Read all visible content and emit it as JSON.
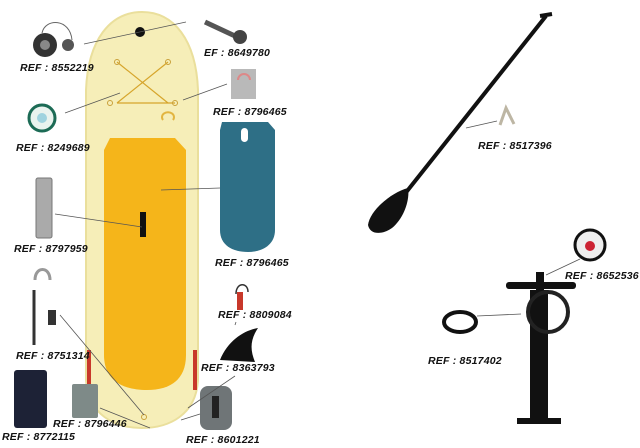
{
  "diagram": {
    "subject": "Inflatable SUP board spare parts",
    "colors": {
      "board": "#f6eeb8",
      "board_edge": "#eadf9c",
      "deck_pad": "#f5b51a",
      "traction_pad": "#2e6f86",
      "rail_stripe": "#c8382a",
      "paddle": "#111111",
      "leader_line": "#555555"
    },
    "parts": [
      {
        "id": "valve",
        "label": "REF : 8552219"
      },
      {
        "id": "valve-wrench",
        "label": "EF : 8649780"
      },
      {
        "id": "d-ring",
        "label": "REF : 8796465"
      },
      {
        "id": "bungee-cord",
        "label": "REF : 8249689"
      },
      {
        "id": "handle",
        "label": "REF : 8797959"
      },
      {
        "id": "traction-pad",
        "label": "REF : 8796465"
      },
      {
        "id": "leash",
        "label": "REF : 8751314"
      },
      {
        "id": "fin-screw",
        "label": "REF : 8809084"
      },
      {
        "id": "fin",
        "label": "REF : 8363793"
      },
      {
        "id": "backpack",
        "label": "REF : 8772115"
      },
      {
        "id": "repair-patch",
        "label": "REF : 8796446"
      },
      {
        "id": "fin-box",
        "label": "REF : 8601221"
      },
      {
        "id": "paddle-clip",
        "label": "REF : 8517396"
      },
      {
        "id": "pressure-gauge",
        "label": "REF : 8652536"
      },
      {
        "id": "pump-hose",
        "label": "REF : 8517402"
      }
    ]
  }
}
